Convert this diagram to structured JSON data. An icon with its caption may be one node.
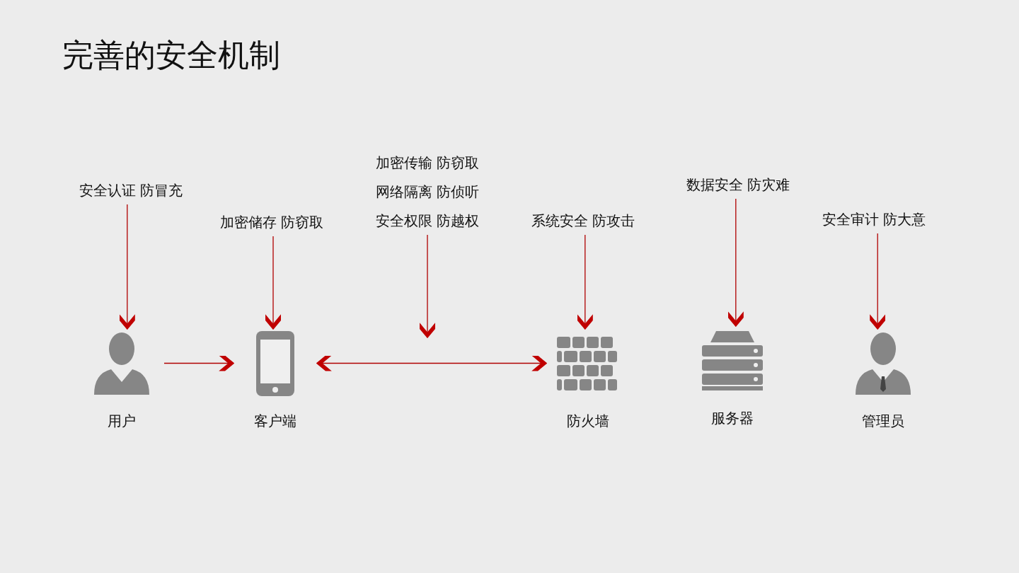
{
  "diagram": {
    "title": "完善的安全机制",
    "nodes": [
      {
        "text": [
          "安全认证 防冒充"
        ]
      },
      {
        "text": [
          "加密储存 防窃取"
        ]
      },
      {
        "text": [
          "加密传输 防窃取",
          "网络隔离 防侦听",
          "安全权限 防越权"
        ]
      },
      {
        "text": [
          "系统安全 防攻击"
        ]
      },
      {
        "text": [
          "数据安全 防灾难"
        ]
      },
      {
        "text": [
          "安全审计 防大意"
        ]
      },
      {
        "text": [
          "用户"
        ]
      },
      {
        "text": [
          "客户端"
        ]
      },
      {
        "text": [
          "防火墙"
        ]
      },
      {
        "text": [
          "服务器"
        ]
      },
      {
        "text": [
          "管理员"
        ]
      }
    ],
    "edges": [
      {
        "from": 0,
        "to": 6,
        "arrow": "to"
      },
      {
        "from": 1,
        "to": 7,
        "arrow": "to"
      },
      {
        "from": 2,
        "to": null,
        "arrow": "to"
      },
      {
        "from": 3,
        "to": 8,
        "arrow": "to"
      },
      {
        "from": 4,
        "to": 9,
        "arrow": "to"
      },
      {
        "from": 5,
        "to": 10,
        "arrow": "to"
      },
      {
        "from": 6,
        "to": 7,
        "arrow": "to"
      },
      {
        "from": 7,
        "to": 8,
        "arrow": "both"
      }
    ]
  }
}
